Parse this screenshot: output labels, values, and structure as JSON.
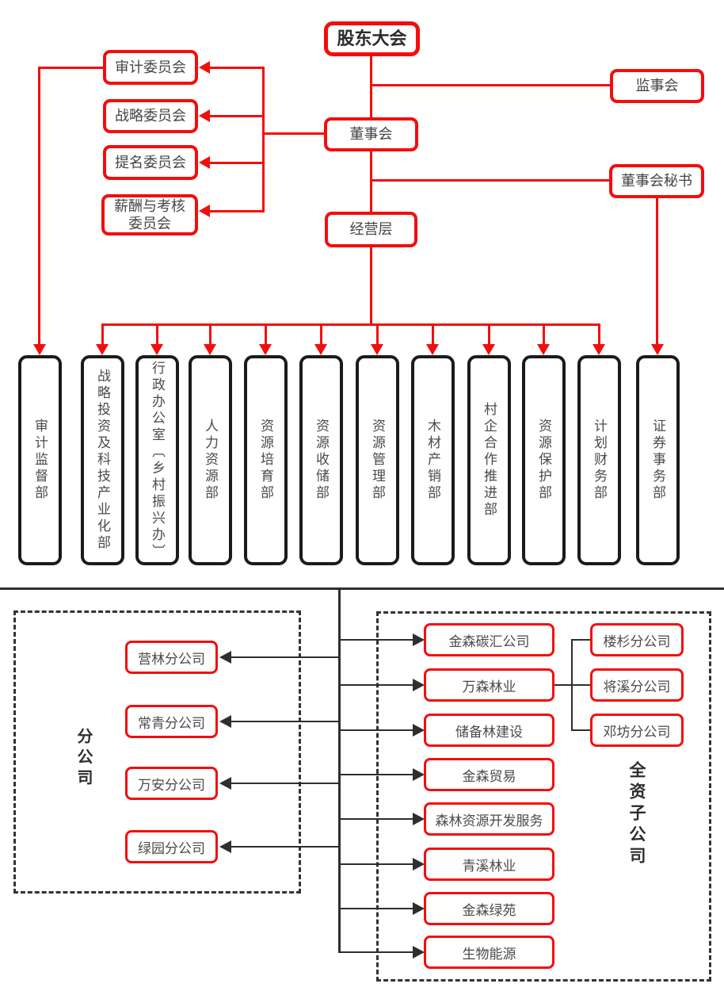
{
  "colors": {
    "accent_red": "#f40d0d",
    "line_black": "#2e2e2e",
    "text_gray": "#4a4a4a"
  },
  "top": {
    "shareholders_meeting": "股东大会",
    "board_of_directors": "董事会",
    "management_level": "经营层",
    "supervisory_board": "监事会",
    "board_secretary": "董事会秘书",
    "committees": [
      "审计委员会",
      "战略委员会",
      "提名委员会",
      "薪酬与考核委员会"
    ]
  },
  "departments": [
    "审计监督部",
    "战略投资及科技产业化部",
    "行政办公室〔乡村振兴办〕",
    "人力资源部",
    "资源培育部",
    "资源收储部",
    "资源管理部",
    "木材产销部",
    "村企合作推进部",
    "资源保护部",
    "计划财务部",
    "证券事务部"
  ],
  "bottom": {
    "branch_group_label": "分公司",
    "branches": [
      "营林分公司",
      "常青分公司",
      "万安分公司",
      "绿园分公司"
    ],
    "subsidiary_group_label": "全资子公司",
    "subsidiaries": [
      "金森碳汇公司",
      "万森林业",
      "储备林建设",
      "金森贸易",
      "森林资源开发服务",
      "青溪林业",
      "金森绿苑",
      "生物能源"
    ],
    "wansen_sub_branches": [
      "楼杉分公司",
      "将溪分公司",
      "邓坊分公司"
    ]
  }
}
